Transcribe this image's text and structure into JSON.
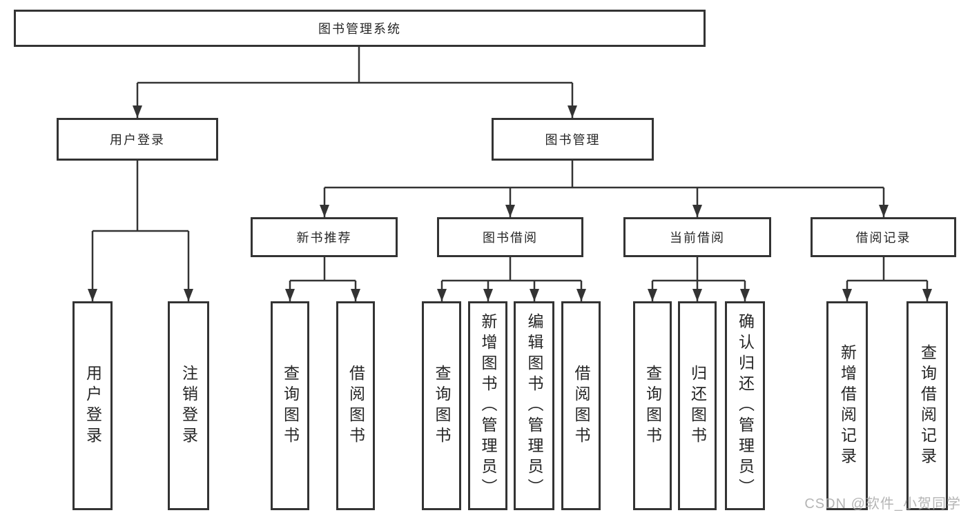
{
  "diagram": {
    "root": {
      "label": "图书管理系统"
    },
    "level2": [
      {
        "label": "用户登录"
      },
      {
        "label": "图书管理"
      }
    ],
    "level3": [
      {
        "label": "新书推荐"
      },
      {
        "label": "图书借阅"
      },
      {
        "label": "当前借阅"
      },
      {
        "label": "借阅记录"
      }
    ],
    "leaves": [
      {
        "label": "用户登录"
      },
      {
        "label": "注销登录"
      },
      {
        "label": "查询图书"
      },
      {
        "label": "借阅图书"
      },
      {
        "label": "查询图书"
      },
      {
        "label": "新增图书（管理员）"
      },
      {
        "label": "编辑图书（管理员）"
      },
      {
        "label": "借阅图书"
      },
      {
        "label": "查询图书"
      },
      {
        "label": "归还图书"
      },
      {
        "label": "确认归还（管理员）"
      },
      {
        "label": "新增借阅记录"
      },
      {
        "label": "查询借阅记录"
      }
    ]
  },
  "watermark": {
    "text": "CSDN @软件_小贺同学",
    "color": "#a9a9a9"
  },
  "colors": {
    "line": "#333333",
    "text": "#262626",
    "background": "#ffffff"
  }
}
